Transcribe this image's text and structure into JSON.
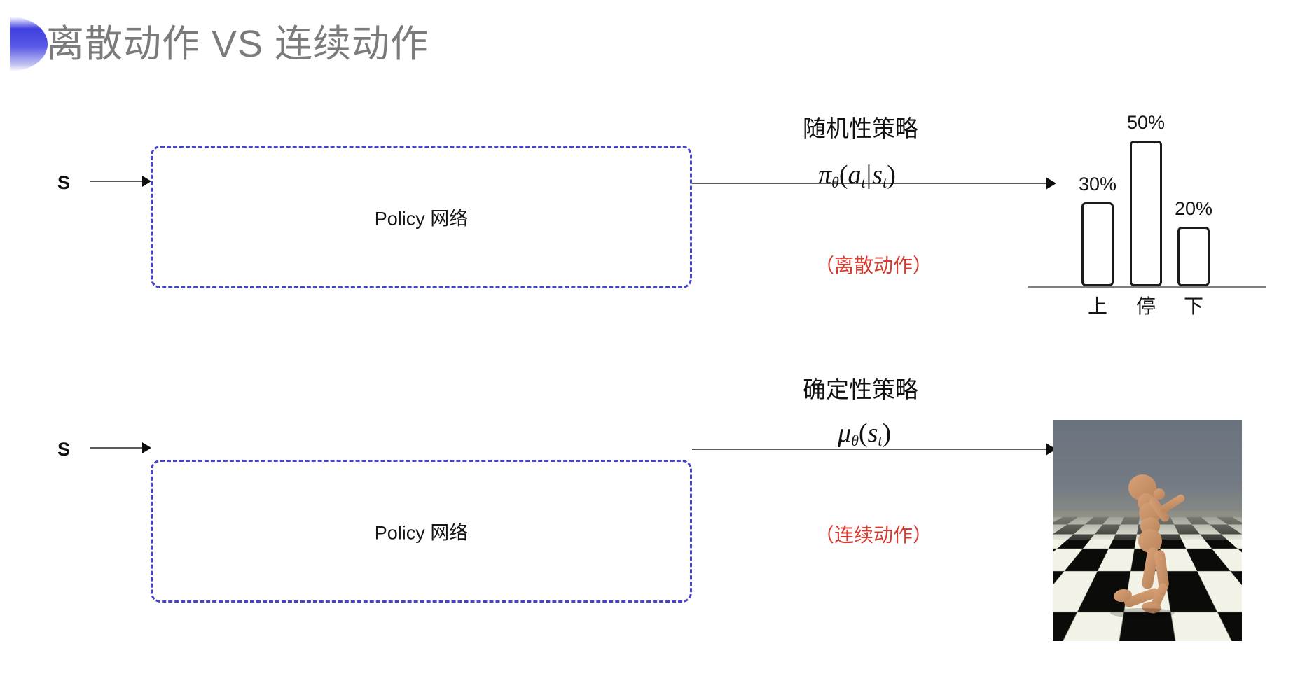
{
  "slide": {
    "title": "离散动作 VS 连续动作",
    "bullet_icon": "half-circle-bullet-icon",
    "accent_color": "#4444cf",
    "title_color": "#7b7b7b",
    "note_color": "#d93b30"
  },
  "rows": [
    {
      "id": "discrete",
      "input_label": "S",
      "box_label": "Policy 网络",
      "policy_caption": "随机性策略",
      "formula_pi": "π",
      "formula_theta": "θ",
      "formula_open": "(",
      "formula_a": "a",
      "formula_a_sub": "t",
      "formula_bar": "|",
      "formula_s": "s",
      "formula_s_sub": "t",
      "formula_close": ")",
      "formula_plain": "π_θ(a_t|s_t)",
      "note": "（离散动作）"
    },
    {
      "id": "continuous",
      "input_label": "S",
      "box_label": "Policy 网络",
      "policy_caption": "确定性策略",
      "formula_mu": "μ",
      "formula_theta": "θ",
      "formula_open": "(",
      "formula_s": "s",
      "formula_s_sub": "t",
      "formula_close": ")",
      "formula_plain": "μ_θ(s_t)",
      "note": "（连续动作）",
      "output_image_name": "mujoco-humanoid-render"
    }
  ],
  "chart_data": {
    "type": "bar",
    "title": "",
    "categories": [
      "上",
      "停",
      "下"
    ],
    "values": [
      30,
      50,
      20
    ],
    "value_labels": [
      "30%",
      "50%",
      "20%"
    ],
    "xlabel": "",
    "ylabel": "",
    "ylim": [
      0,
      60
    ],
    "grid": false,
    "legend": "none",
    "bar_fill": "#ffffff",
    "bar_stroke": "#1b1b1b",
    "axis_color": "#7d7d82"
  }
}
